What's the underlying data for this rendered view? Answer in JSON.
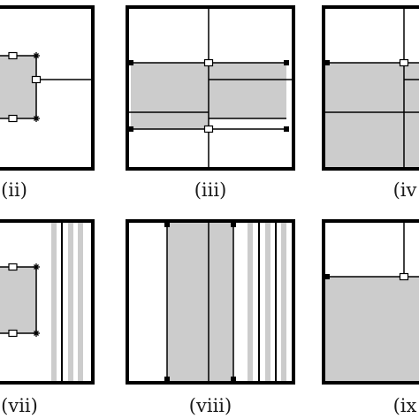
{
  "captions": {
    "ii": "(ii)",
    "iii": "(iii)",
    "iv": "(iv",
    "vii": "(vii)",
    "viii": "(viii)",
    "ix": "(ix"
  },
  "colors": {
    "frame": "#000000",
    "fill": "#cccccc",
    "line": "#000000",
    "marker_fill": "#ffffff"
  }
}
